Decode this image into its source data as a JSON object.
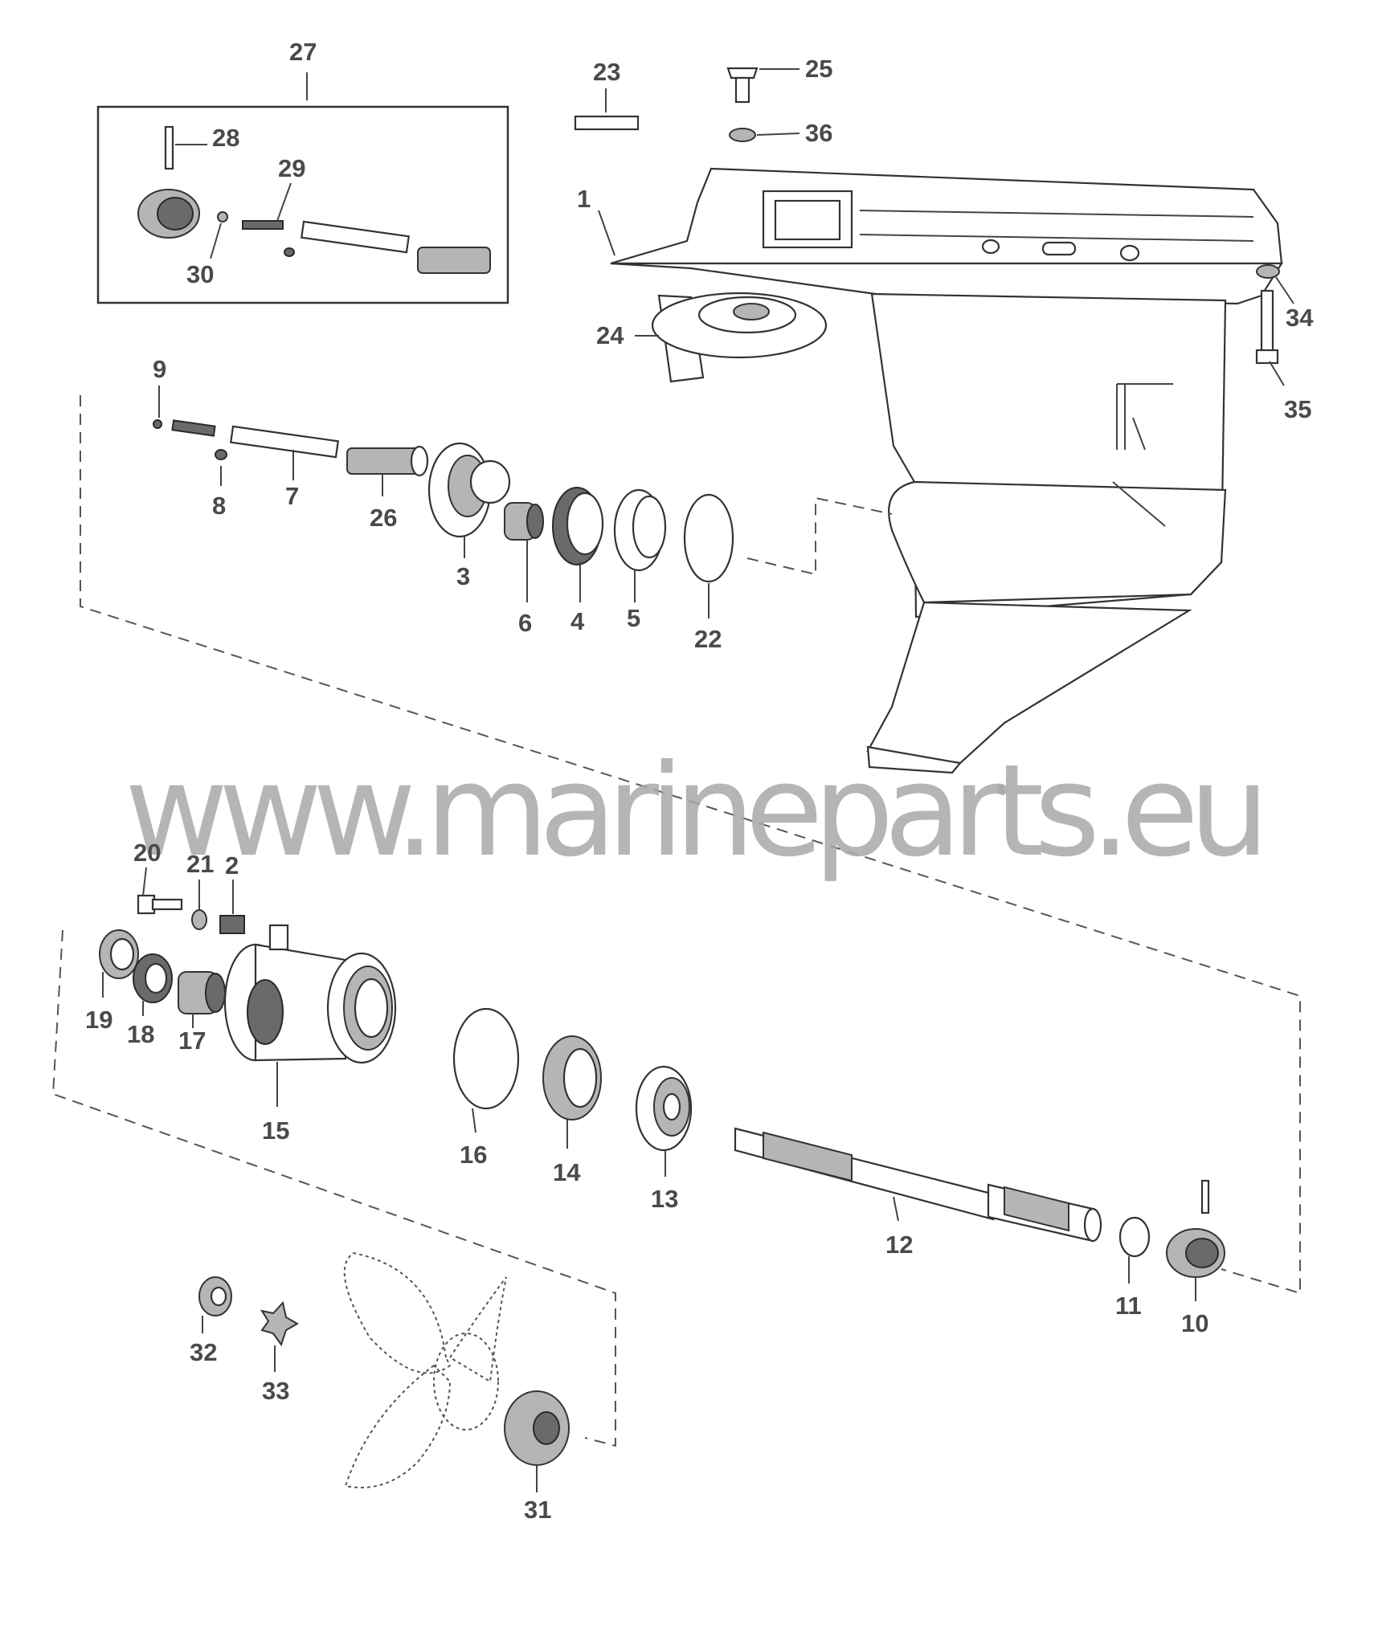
{
  "watermark": "www.marineparts.eu",
  "callouts": {
    "c1": "1",
    "c2": "2",
    "c3": "3",
    "c4": "4",
    "c5": "5",
    "c6": "6",
    "c7": "7",
    "c8": "8",
    "c9": "9",
    "c10": "10",
    "c11": "11",
    "c12": "12",
    "c13": "13",
    "c14": "14",
    "c15": "15",
    "c16": "16",
    "c17": "17",
    "c18": "18",
    "c19": "19",
    "c20": "20",
    "c21": "21",
    "c22": "22",
    "c23": "23",
    "c24": "24",
    "c25": "25",
    "c26": "26",
    "c27": "27",
    "c28": "28",
    "c29": "29",
    "c30": "30",
    "c31": "31",
    "c32": "32",
    "c33": "33",
    "c34": "34",
    "c35": "35",
    "c36": "36"
  },
  "colors": {
    "line": "#333333",
    "label": "#4a4a4a",
    "watermark": "#a8a8a8"
  }
}
